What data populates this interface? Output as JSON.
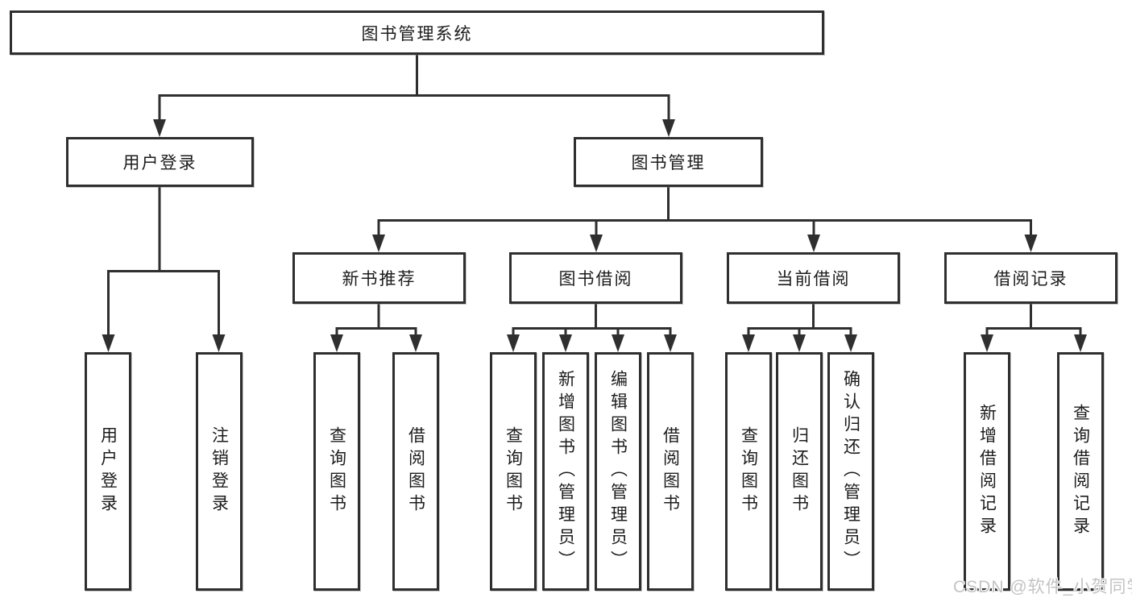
{
  "diagram_title": "图书管理系统",
  "tree": {
    "root": "图书管理系统",
    "level2": [
      "用户登录",
      "图书管理"
    ],
    "level3": [
      "新书推荐",
      "图书借阅",
      "当前借阅",
      "借阅记录"
    ],
    "leaves": [
      "用户登录",
      "注销登录",
      "查询图书",
      "借阅图书",
      "查询图书",
      "新增图书（管理员）",
      "编辑图书（管理员）",
      "借阅图书",
      "查询图书",
      "归还图书",
      "确认归还（管理员）",
      "新增借阅记录",
      "查询借阅记录"
    ]
  },
  "watermark": "CSDN @软件_小贺同学",
  "colors": {
    "line": "#2f2f2f",
    "box_border": "#2f2f2f",
    "text": "#1c1c1c",
    "watermark": "#c3c3c3",
    "background": "#ffffff"
  }
}
